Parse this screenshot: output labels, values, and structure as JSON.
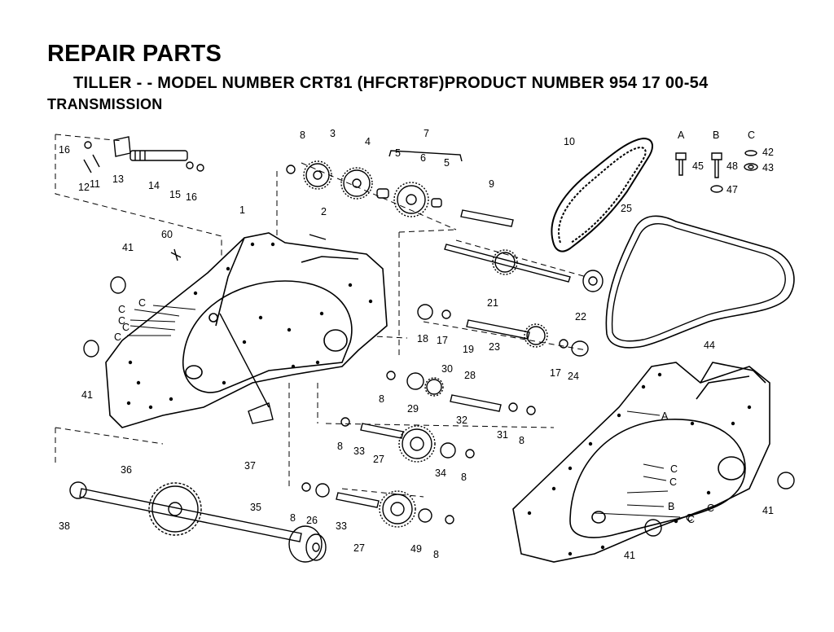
{
  "header": {
    "title": "REPAIR PARTS",
    "subtitle": "TILLER - - MODEL NUMBER CRT81 (HFCRT8F)PRODUCT NUMBER 954 17 00-54",
    "section": "TRANSMISSION"
  },
  "hardware_groups": [
    "A",
    "B",
    "C"
  ],
  "callouts": [
    {
      "id": "16a",
      "text": "16"
    },
    {
      "id": "11",
      "text": "11"
    },
    {
      "id": "12",
      "text": "12"
    },
    {
      "id": "13",
      "text": "13"
    },
    {
      "id": "14",
      "text": "14"
    },
    {
      "id": "15",
      "text": "15"
    },
    {
      "id": "16b",
      "text": "16"
    },
    {
      "id": "8a",
      "text": "8"
    },
    {
      "id": "3",
      "text": "3"
    },
    {
      "id": "4",
      "text": "4"
    },
    {
      "id": "5a",
      "text": "5"
    },
    {
      "id": "6",
      "text": "6"
    },
    {
      "id": "7",
      "text": "7"
    },
    {
      "id": "5b",
      "text": "5"
    },
    {
      "id": "9",
      "text": "9"
    },
    {
      "id": "10",
      "text": "10"
    },
    {
      "id": "A",
      "text": "A"
    },
    {
      "id": "B",
      "text": "B"
    },
    {
      "id": "Cg",
      "text": "C"
    },
    {
      "id": "45",
      "text": "45"
    },
    {
      "id": "48",
      "text": "48"
    },
    {
      "id": "42",
      "text": "42"
    },
    {
      "id": "43",
      "text": "43"
    },
    {
      "id": "47",
      "text": "47"
    },
    {
      "id": "25",
      "text": "25"
    },
    {
      "id": "2",
      "text": "2"
    },
    {
      "id": "1",
      "text": "1"
    },
    {
      "id": "60",
      "text": "60"
    },
    {
      "id": "41a",
      "text": "41"
    },
    {
      "id": "C1",
      "text": "C"
    },
    {
      "id": "C2",
      "text": "C"
    },
    {
      "id": "C3",
      "text": "C"
    },
    {
      "id": "C4",
      "text": "C"
    },
    {
      "id": "C5",
      "text": "C"
    },
    {
      "id": "41b",
      "text": "41"
    },
    {
      "id": "21",
      "text": "21"
    },
    {
      "id": "22",
      "text": "22"
    },
    {
      "id": "18",
      "text": "18"
    },
    {
      "id": "17a",
      "text": "17"
    },
    {
      "id": "19",
      "text": "19"
    },
    {
      "id": "23",
      "text": "23"
    },
    {
      "id": "17b",
      "text": "17"
    },
    {
      "id": "24",
      "text": "24"
    },
    {
      "id": "44",
      "text": "44"
    },
    {
      "id": "30",
      "text": "30"
    },
    {
      "id": "28",
      "text": "28"
    },
    {
      "id": "8b",
      "text": "8"
    },
    {
      "id": "29",
      "text": "29"
    },
    {
      "id": "32",
      "text": "32"
    },
    {
      "id": "31",
      "text": "31"
    },
    {
      "id": "8c",
      "text": "8"
    },
    {
      "id": "8d",
      "text": "8"
    },
    {
      "id": "33a",
      "text": "33"
    },
    {
      "id": "27a",
      "text": "27"
    },
    {
      "id": "34",
      "text": "34"
    },
    {
      "id": "8e",
      "text": "8"
    },
    {
      "id": "37",
      "text": "37"
    },
    {
      "id": "36",
      "text": "36"
    },
    {
      "id": "38",
      "text": "38"
    },
    {
      "id": "35",
      "text": "35"
    },
    {
      "id": "8f",
      "text": "8"
    },
    {
      "id": "26",
      "text": "26"
    },
    {
      "id": "33b",
      "text": "33"
    },
    {
      "id": "27b",
      "text": "27"
    },
    {
      "id": "49",
      "text": "49"
    },
    {
      "id": "8g",
      "text": "8"
    },
    {
      "id": "rA",
      "text": "A"
    },
    {
      "id": "rC1",
      "text": "C"
    },
    {
      "id": "rC2",
      "text": "C"
    },
    {
      "id": "rC3",
      "text": "C"
    },
    {
      "id": "rC4",
      "text": "C"
    },
    {
      "id": "rB",
      "text": "B"
    },
    {
      "id": "rC5",
      "text": "C"
    },
    {
      "id": "41c",
      "text": "41"
    },
    {
      "id": "41d",
      "text": "41"
    }
  ]
}
